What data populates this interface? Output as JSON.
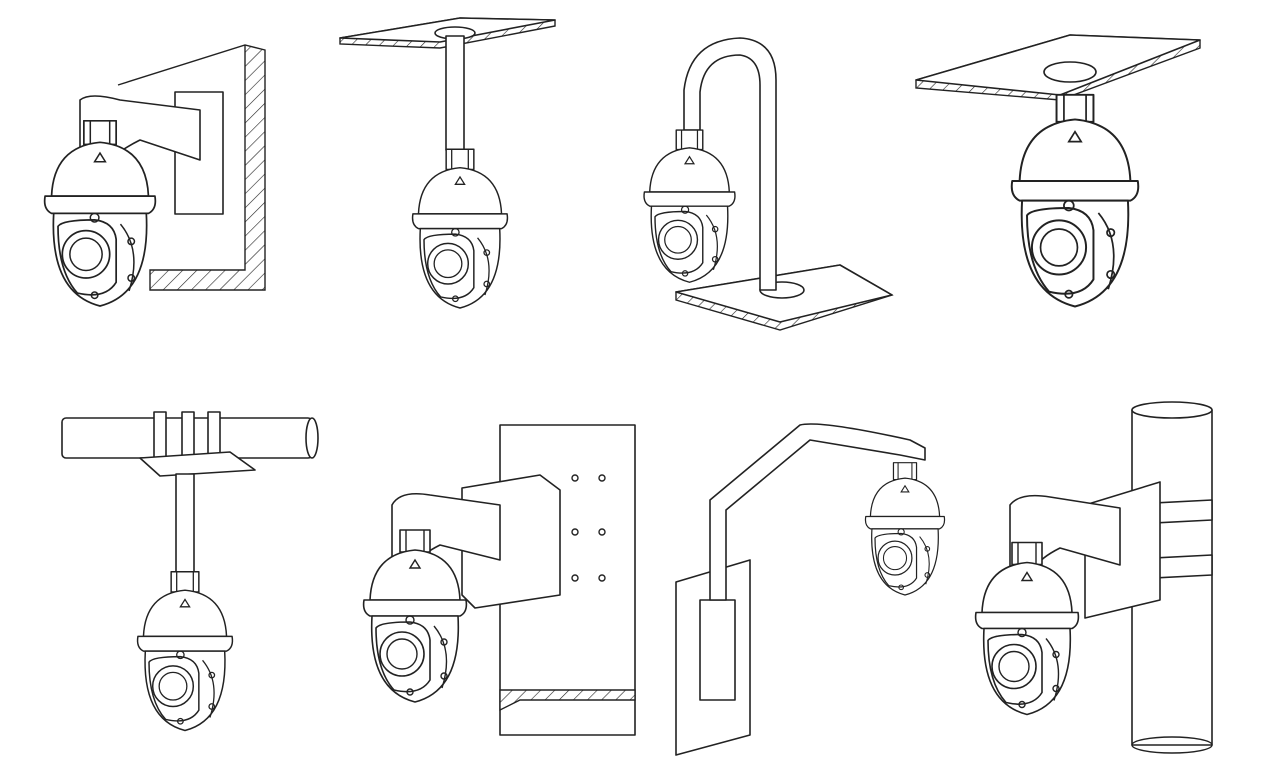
{
  "colors": {
    "background": "#ffffff",
    "line": "#222222"
  },
  "diagram": {
    "panels": [
      {
        "mount": "wall-mount"
      },
      {
        "mount": "ceiling-pendant-mount"
      },
      {
        "mount": "parapet-gooseneck-mount"
      },
      {
        "mount": "ceiling-flush-mount"
      },
      {
        "mount": "pipe-pendant-mount"
      },
      {
        "mount": "corner-mount"
      },
      {
        "mount": "wall-gooseneck-mount"
      },
      {
        "mount": "pole-mount"
      }
    ]
  }
}
